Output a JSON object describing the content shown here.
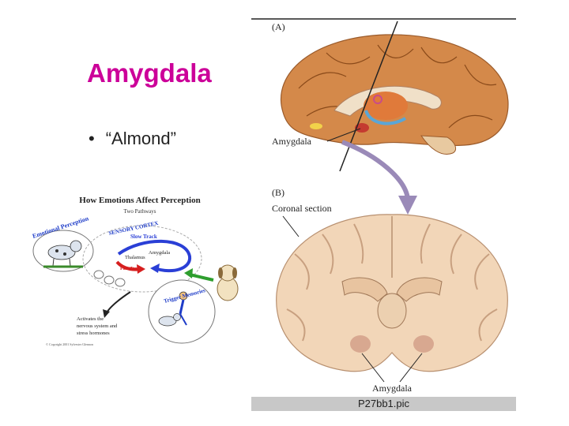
{
  "slide": {
    "title": "Amygdala",
    "bullet": "“Almond”",
    "bullet_symbol": "•"
  },
  "left_diagram": {
    "title": "How Emotions Affect Perception",
    "subtitle": "Two Pathways",
    "labels": {
      "emotional_perception": "Emotional Perception",
      "sensory_cortex": "SENSORY CORTEX",
      "slow_track": "Slow Track",
      "thalamus": "Thalamus",
      "amygdala": "Amygdala",
      "fast_track": "Fast Track",
      "trigger_memories": "Trigger Memories",
      "activates_line1": "Activates the",
      "activates_line2": "nervous system and",
      "activates_line3": "stress hormones",
      "copyright": "© Copyright 2001 Sylvester Glennon"
    },
    "colors": {
      "slow_track": "#2a3fd6",
      "fast_track": "#d61f1f",
      "dog_arrow": "#2e9e2e",
      "title_blue": "#1e3cc8"
    }
  },
  "right_diagram": {
    "panel_a_label": "(A)",
    "panel_a_amygdala": "Amygdala",
    "panel_b_label": "(B)",
    "coronal_section": "Coronal section",
    "panel_b_amygdala": "Amygdala",
    "colors": {
      "cortex": "#d4894a",
      "coronal": "#f2d6b8",
      "amygdala": "#c43a30"
    }
  },
  "caption": "P27bb1.pic"
}
